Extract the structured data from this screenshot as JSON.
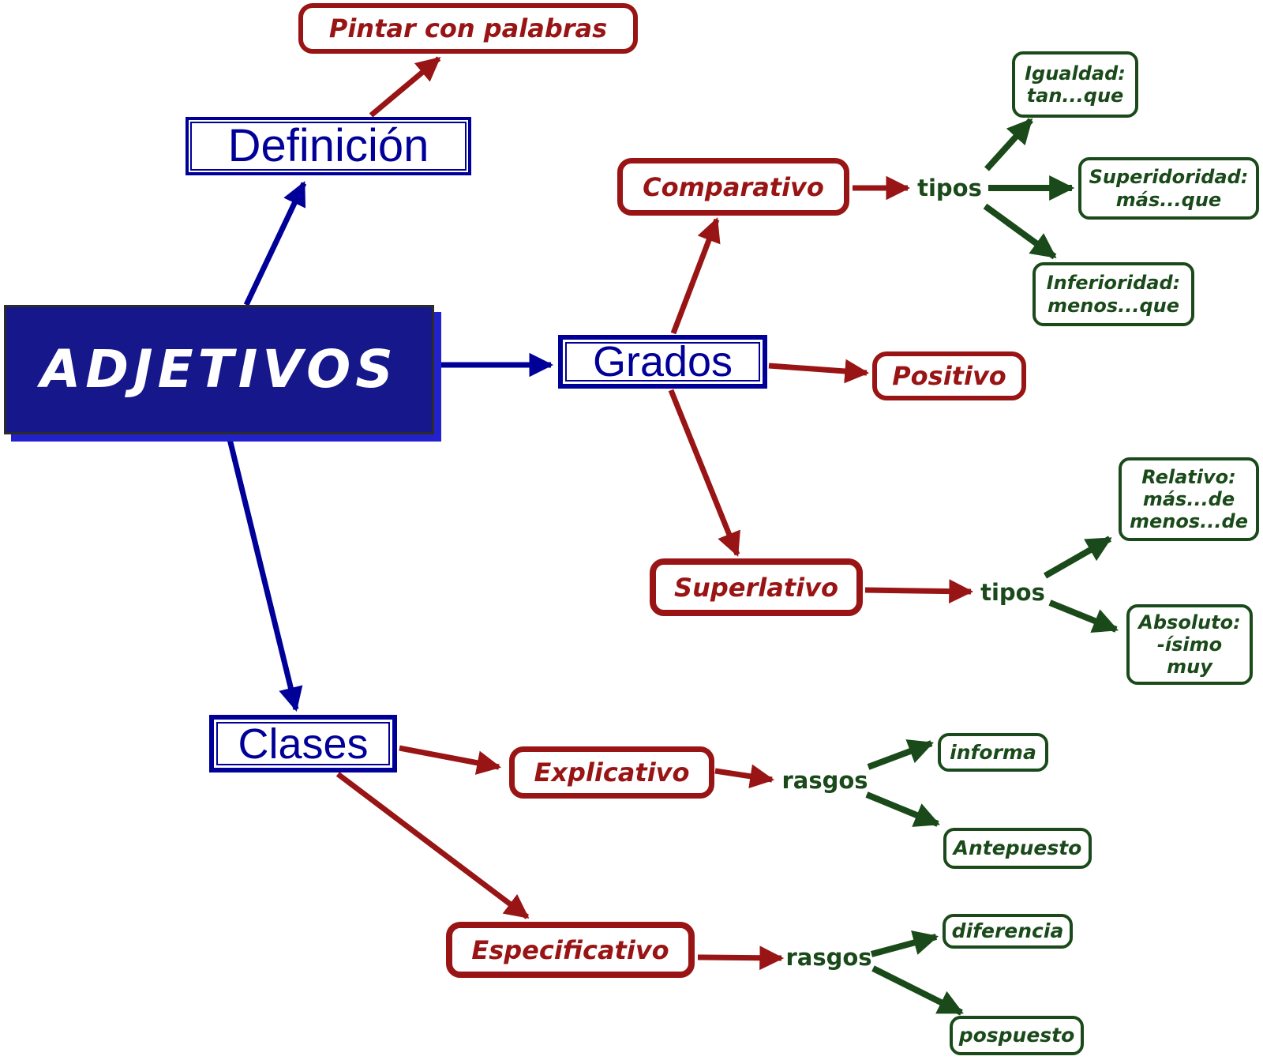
{
  "colors": {
    "blue": "#000099",
    "navy_fill": "#17178C",
    "navy_shadow": "#2222CC",
    "red": "#991414",
    "green": "#1A4A1A",
    "ink": "#2B2B2B"
  },
  "nodes": {
    "adjetivos": "ADJETIVOS",
    "definicion": "Definición",
    "pintar": "Pintar con palabras",
    "grados": "Grados",
    "comparativo": "Comparativo",
    "tipos_comparativo": "tipos",
    "igualdad": "Igualdad:\ntan...que",
    "superidoridad": "Superidoridad:\nmás...que",
    "inferioridad": "Inferioridad:\nmenos...que",
    "positivo": "Positivo",
    "superlativo": "Superlativo",
    "tipos_superlativo": "tipos",
    "relativo": "Relativo:\nmás...de\nmenos...de",
    "absoluto": "Absoluto:\n-ísimo\nmuy",
    "clases": "Clases",
    "explicativo": "Explicativo",
    "rasgos_explicativo": "rasgos",
    "informa": "informa",
    "antepuesto": "Antepuesto",
    "especificativo": "Especificativo",
    "rasgos_especificativo": "rasgos",
    "diferencia": "diferencia",
    "pospuesto": "pospuesto"
  },
  "links": [
    {
      "from": "adjetivos",
      "to": "definicion",
      "color": "blue"
    },
    {
      "from": "adjetivos",
      "to": "grados",
      "color": "blue"
    },
    {
      "from": "adjetivos",
      "to": "clases",
      "color": "blue"
    },
    {
      "from": "definicion",
      "to": "pintar",
      "color": "red"
    },
    {
      "from": "grados",
      "to": "comparativo",
      "color": "red"
    },
    {
      "from": "grados",
      "to": "positivo",
      "color": "red"
    },
    {
      "from": "grados",
      "to": "superlativo",
      "color": "red"
    },
    {
      "from": "comparativo",
      "to": "tipos_comparativo",
      "color": "red"
    },
    {
      "from": "tipos_comparativo",
      "to": "igualdad",
      "color": "green"
    },
    {
      "from": "tipos_comparativo",
      "to": "superidoridad",
      "color": "green"
    },
    {
      "from": "tipos_comparativo",
      "to": "inferioridad",
      "color": "green"
    },
    {
      "from": "superlativo",
      "to": "tipos_superlativo",
      "color": "red"
    },
    {
      "from": "tipos_superlativo",
      "to": "relativo",
      "color": "green"
    },
    {
      "from": "tipos_superlativo",
      "to": "absoluto",
      "color": "green"
    },
    {
      "from": "clases",
      "to": "explicativo",
      "color": "red"
    },
    {
      "from": "clases",
      "to": "especificativo",
      "color": "red"
    },
    {
      "from": "explicativo",
      "to": "rasgos_explicativo",
      "color": "red"
    },
    {
      "from": "rasgos_explicativo",
      "to": "informa",
      "color": "green"
    },
    {
      "from": "rasgos_explicativo",
      "to": "antepuesto",
      "color": "green"
    },
    {
      "from": "especificativo",
      "to": "rasgos_especificativo",
      "color": "red"
    },
    {
      "from": "rasgos_especificativo",
      "to": "diferencia",
      "color": "green"
    },
    {
      "from": "rasgos_especificativo",
      "to": "pospuesto",
      "color": "green"
    }
  ]
}
